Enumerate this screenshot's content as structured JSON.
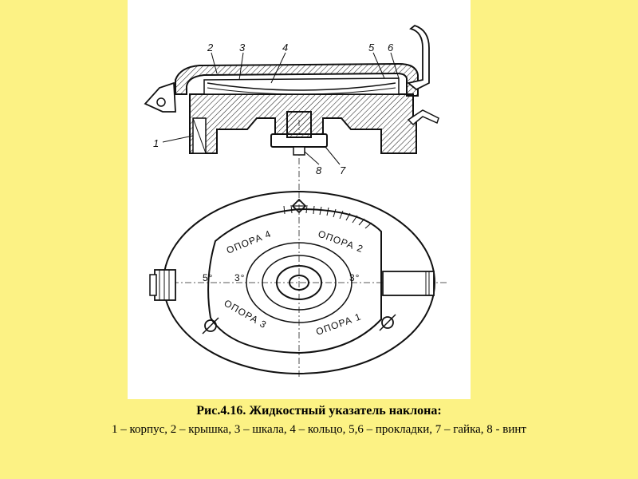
{
  "figure": {
    "caption_title": "Рис.4.16. Жидкостный указатель наклона:",
    "caption_legend": "1 – корпус, 2 – крышка, 3 – шкала, 4 – кольцо, 5,6 – прокладки, 7 – гайка, 8 - винт",
    "callouts": {
      "n1": "1",
      "n2": "2",
      "n3": "3",
      "n4": "4",
      "n5": "5",
      "n6": "6",
      "n7": "7",
      "n8": "8"
    },
    "scale_labels": {
      "support1": "ОПОРА 1",
      "support2": "ОПОРА 2",
      "support3": "ОПОРА 3",
      "support4": "ОПОРА 4",
      "deg5": "5°",
      "deg3_left": "3°",
      "deg3_right": "3°"
    }
  },
  "colors": {
    "background": "#fcf284",
    "panel": "#ffffff",
    "ink": "#111111"
  }
}
